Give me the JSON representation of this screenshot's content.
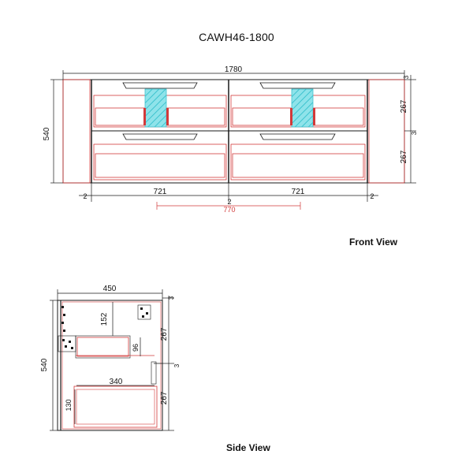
{
  "title": "CAWH46-1800",
  "front": {
    "label": "Front View",
    "dims": {
      "overall_width": "1780",
      "height": "540",
      "top_gap": "3",
      "upper_drawer": "267",
      "middle_gap": "3",
      "lower_drawer": "267",
      "left_side_gap": "2",
      "left_module": "721",
      "center_gap": "2",
      "right_module": "721",
      "right_side_gap": "2",
      "basin_span": "770"
    }
  },
  "side": {
    "label": "Side View",
    "dims": {
      "depth": "450",
      "top_gap": "3",
      "height": "540",
      "upper_inner": "152",
      "inner_drawer": "96",
      "upper_drawer": "267",
      "middle_gap": "3",
      "lower_drawer": "267",
      "lower_inner_width": "340",
      "lower_inner_height": "130"
    }
  },
  "colors": {
    "outline": "#1a1a1a",
    "drawer_red": "#d23a3a",
    "plumbing_cyan": "#3fc4cf",
    "dimension_text": "#111111",
    "basin_span_text": "#d23a3a"
  }
}
